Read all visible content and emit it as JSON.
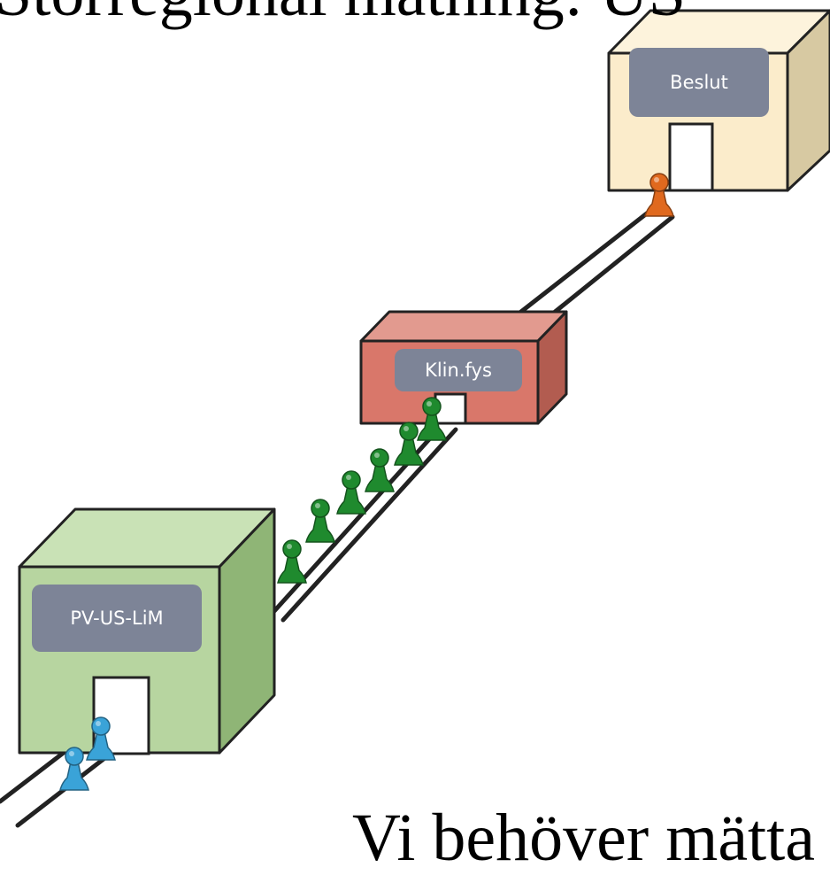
{
  "header_text": "Storregional mätning: US",
  "footer_text": "Vi behöver mätta",
  "stations": [
    {
      "label": "PV-US-LiM",
      "color": "#b7d5a0",
      "queue": 2,
      "queue_color": "#3aa3d8"
    },
    {
      "label": "Klin.fys",
      "color": "#d9776a",
      "queue": 6,
      "queue_color": "#1f8a2e"
    },
    {
      "label": "Beslut",
      "color": "#fbeccb",
      "queue": 1,
      "queue_color": "#e0691e"
    }
  ],
  "icons": [
    "station-cube",
    "pawn-icon",
    "road-track"
  ]
}
